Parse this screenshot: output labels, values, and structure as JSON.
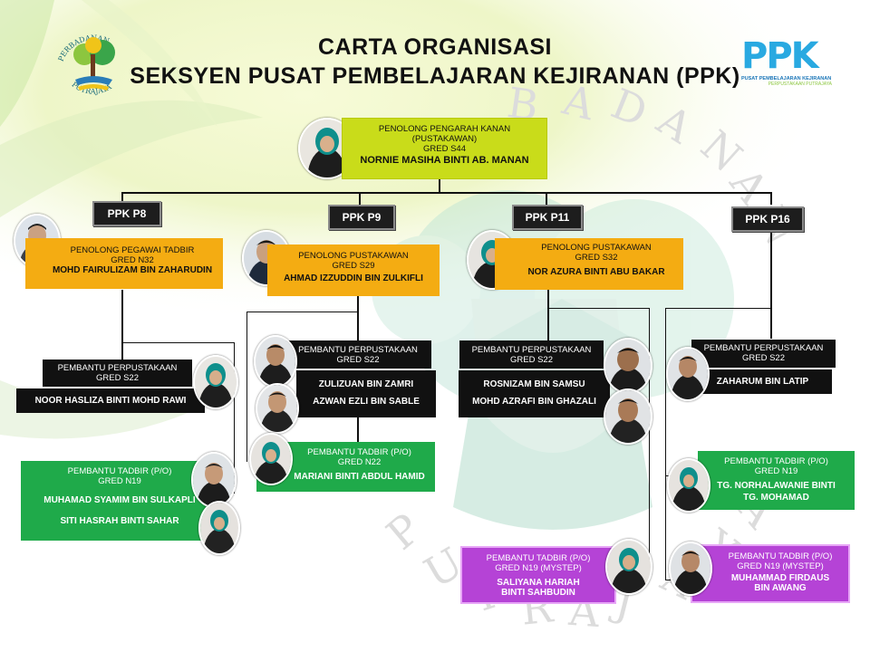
{
  "header": {
    "title_line1": "CARTA ORGANISASI",
    "title_line2": "SEKSYEN PUSAT PEMBELAJARAN KEJIRANAN (PPK)"
  },
  "logo_left": {
    "top_text": "PERBADANAN",
    "bottom_text": "PUTRAJAYA"
  },
  "logo_right": {
    "mark": "PPK",
    "sub1": "PUSAT PEMBELAJARAN KEJIRANAN",
    "sub2": "PERPUSTAKAAN PUTRAJAYA"
  },
  "watermark": {
    "top_letters": [
      "B",
      "A",
      "D",
      "A",
      "N",
      "A",
      "N"
    ],
    "bottom_letters": [
      "P",
      "U",
      "T",
      "R",
      "A",
      "J",
      "A",
      "Y",
      "A"
    ]
  },
  "colors": {
    "yellow": "#c9dc1a",
    "orange": "#f4ac12",
    "green": "#1faa4a",
    "purple": "#b543d6",
    "black": "#111111",
    "teal": "#1b9f8c"
  },
  "head": {
    "title": "PENOLONG PENGARAH KANAN",
    "subtitle": "(PUSTAKAWAN)",
    "grade": "GRED S44",
    "name": "NORNIE MASIHA BINTI AB. MANAN"
  },
  "tabs": [
    "PPK P8",
    "PPK P9",
    "PPK P11",
    "PPK P16"
  ],
  "p8": {
    "lead": {
      "title": "PENOLONG PEGAWAI TADBIR",
      "grade": "GRED N32",
      "name": "MOHD FAIRULIZAM BIN ZAHARUDIN"
    },
    "assistant": {
      "title": "PEMBANTU PERPUSTAKAAN",
      "grade": "GRED S22",
      "name": "NOOR HASLIZA BINTI MOHD RAWI"
    },
    "admin": {
      "title": "PEMBANTU TADBIR (P/O)",
      "grade": "GRED N19",
      "name1": "MUHAMAD SYAMIM BIN SULKAPLI",
      "name2": "SITI HASRAH BINTI SAHAR"
    }
  },
  "p9": {
    "lead": {
      "title": "PENOLONG PUSTAKAWAN",
      "grade": "GRED S29",
      "name": "AHMAD IZZUDDIN BIN ZULKIFLI"
    },
    "assistant": {
      "title": "PEMBANTU PERPUSTAKAAN",
      "grade": "GRED S22",
      "name1": "ZULIZUAN BIN ZAMRI",
      "name2": "AZWAN EZLI BIN SABLE"
    },
    "admin": {
      "title": "PEMBANTU TADBIR (P/O)",
      "grade": "GRED N22",
      "name": "MARIANI BINTI ABDUL HAMID"
    }
  },
  "p11": {
    "lead": {
      "title": "PENOLONG PUSTAKAWAN",
      "grade": "GRED S32",
      "name": "NOR AZURA BINTI ABU BAKAR"
    },
    "assistant": {
      "title": "PEMBANTU PERPUSTAKAAN",
      "grade": "GRED S22",
      "name1": "ROSNIZAM BIN SAMSU",
      "name2": "MOHD AZRAFI BIN GHAZALI"
    },
    "admin": {
      "title": "PEMBANTU TADBIR (P/O)",
      "grade": "GRED N19 (MYSTEP)",
      "name1": "SALIYANA HARIAH",
      "name2": "BINTI SAHBUDIN"
    }
  },
  "p16": {
    "assistant": {
      "title": "PEMBANTU PERPUSTAKAAN",
      "grade": "GRED S22",
      "name": "ZAHARUM BIN LATIP"
    },
    "admin": {
      "title": "PEMBANTU TADBIR (P/O)",
      "grade": "GRED N19",
      "name1": "TG. NORHALAWANIE BINTI",
      "name2": "TG. MOHAMAD"
    },
    "admin2": {
      "title": "PEMBANTU TADBIR (P/O)",
      "grade": "GRED N19 (MYSTEP)",
      "name1": "MUHAMMAD FIRDAUS",
      "name2": "BIN AWANG"
    }
  }
}
